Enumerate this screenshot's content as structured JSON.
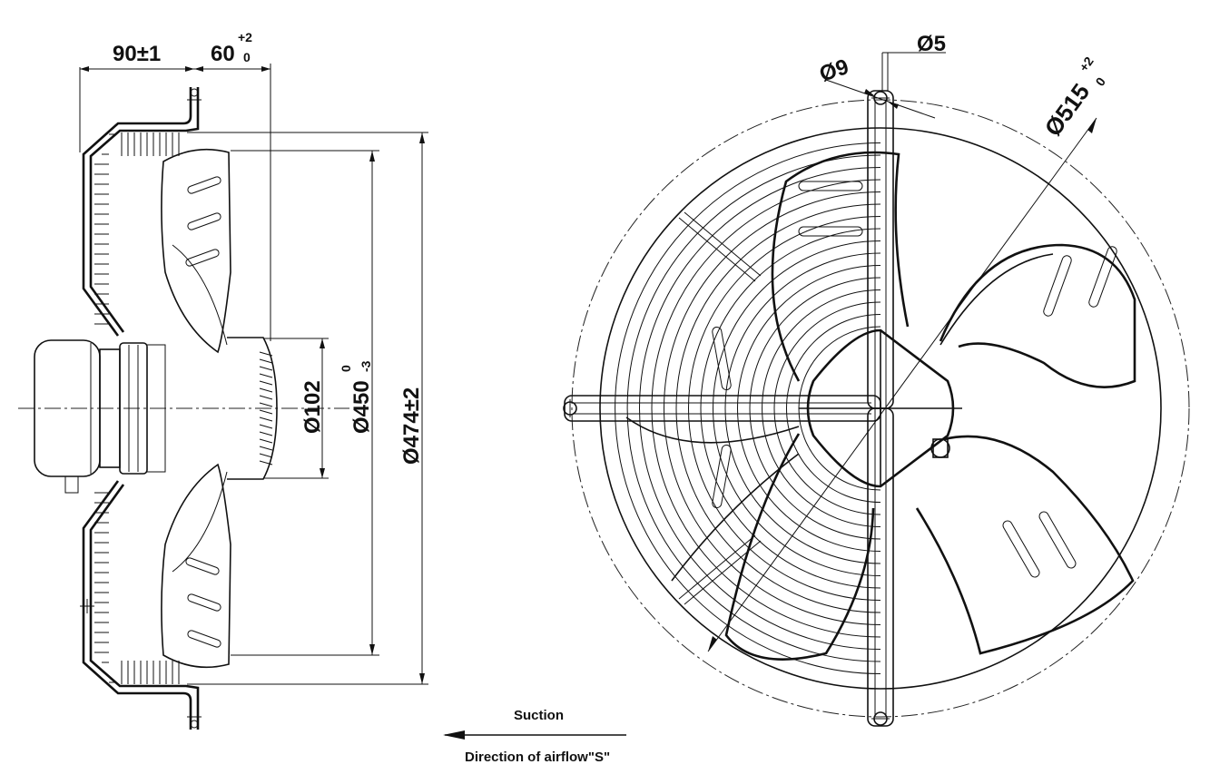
{
  "side_view": {
    "dim_housing": "90±1",
    "dim_offset_main": "60",
    "dim_offset_tol_upper": "+2",
    "dim_offset_tol_lower": "0",
    "dim_hub": "Ø102",
    "dim_blade_main": "Ø450",
    "dim_blade_tol_upper": "0",
    "dim_blade_tol_lower": "-3",
    "dim_outer": "Ø474±2"
  },
  "front_view": {
    "dim_hole_small": "Ø5",
    "dim_hole_large": "Ø9",
    "dim_bolt_circle_main": "Ø515",
    "dim_bolt_circle_tol_upper": "+2",
    "dim_bolt_circle_tol_lower": "0"
  },
  "airflow": {
    "suction_label": "Suction",
    "direction_label": "Direction of airflow\"S\""
  }
}
